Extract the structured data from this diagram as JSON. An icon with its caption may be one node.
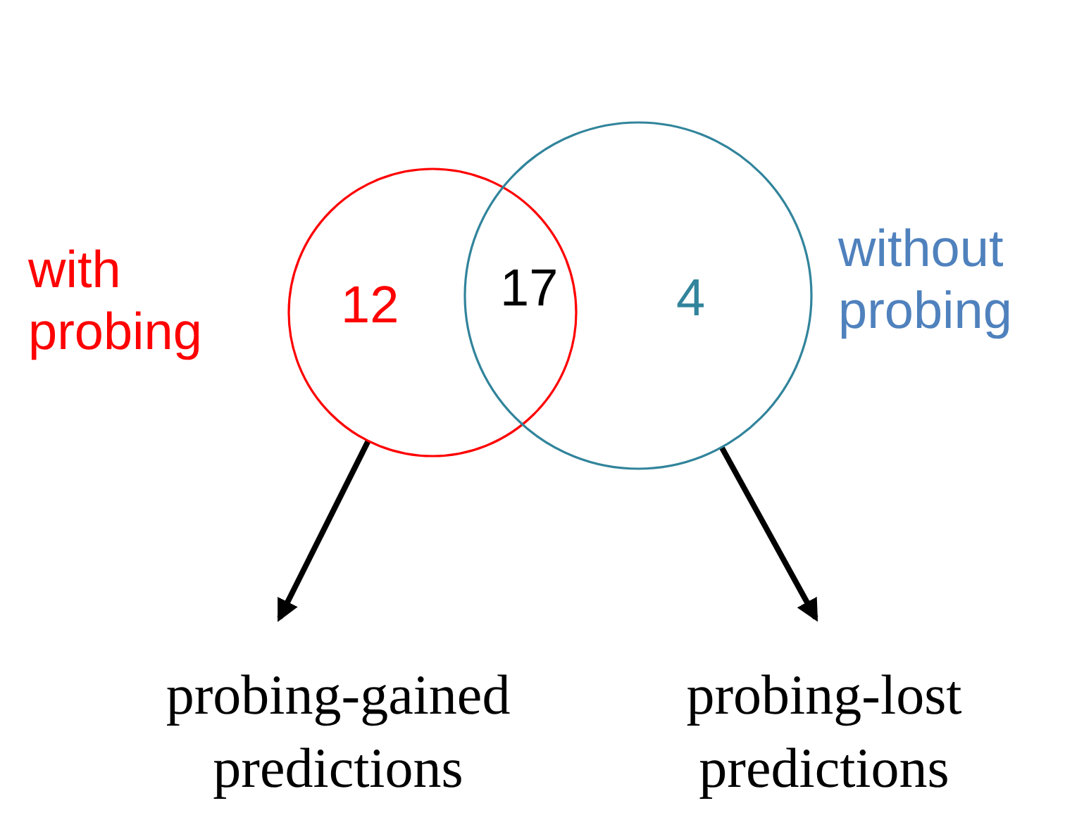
{
  "diagram": {
    "nodes": [
      {
        "text": [
          "with probing",
          "12"
        ]
      },
      {
        "text": [
          "4",
          "without probing"
        ]
      },
      {
        "text": [
          "probing-gained predictions"
        ]
      },
      {
        "text": [
          "probing-lost predictions"
        ]
      }
    ],
    "edges": [
      {
        "from": 0,
        "to": 2,
        "arrow": "to"
      },
      {
        "from": 1,
        "to": 3,
        "arrow": "to"
      }
    ],
    "labels": [
      "17"
    ]
  }
}
